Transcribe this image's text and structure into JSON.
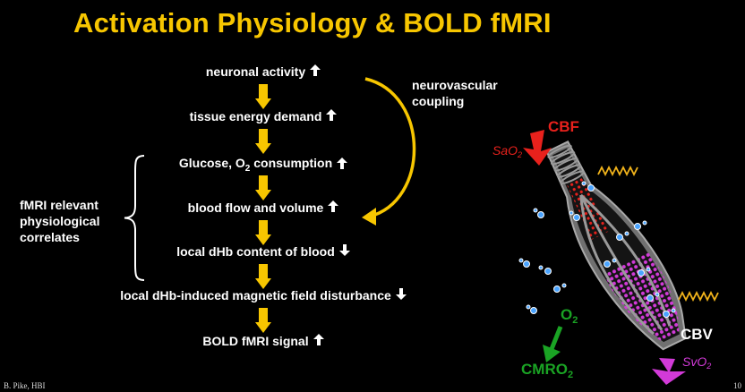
{
  "title": "Activation Physiology & BOLD fMRI",
  "steps": [
    {
      "text": "neuronal activity",
      "dir": "up"
    },
    {
      "text": "tissue energy demand",
      "dir": "up"
    },
    {
      "text": "Glucose, O",
      "sub": "2",
      "tail": " consumption",
      "dir": "up"
    },
    {
      "text": "blood flow and volume",
      "dir": "up"
    },
    {
      "text": "local dHb content of blood",
      "dir": "down"
    },
    {
      "text": "local dHb-induced magnetic field disturbance",
      "dir": "down"
    },
    {
      "text": "BOLD fMRI signal",
      "dir": "up"
    }
  ],
  "coupling_label_line1": "neurovascular",
  "coupling_label_line2": "coupling",
  "correlates_line1": "fMRI relevant",
  "correlates_line2": "physiological",
  "correlates_line3": "correlates",
  "vessel": {
    "cbf_label": "CBF",
    "cbv_label": "CBV",
    "sao2": "SaO",
    "sao2_sub": "2",
    "svo2": "SvO",
    "svo2_sub": "2",
    "o2": "O",
    "o2_sub": "2",
    "cmro2": "CMRO",
    "cmro2_sub": "2"
  },
  "colors": {
    "title": "#f7c600",
    "arrow": "#f7c600",
    "cbf": "#e8211c",
    "oxygen": "#1aa324",
    "svo2": "#d23ad8",
    "spring": "#f2b41b"
  },
  "footer_left": "B. Pike, HBI",
  "footer_right": "10"
}
